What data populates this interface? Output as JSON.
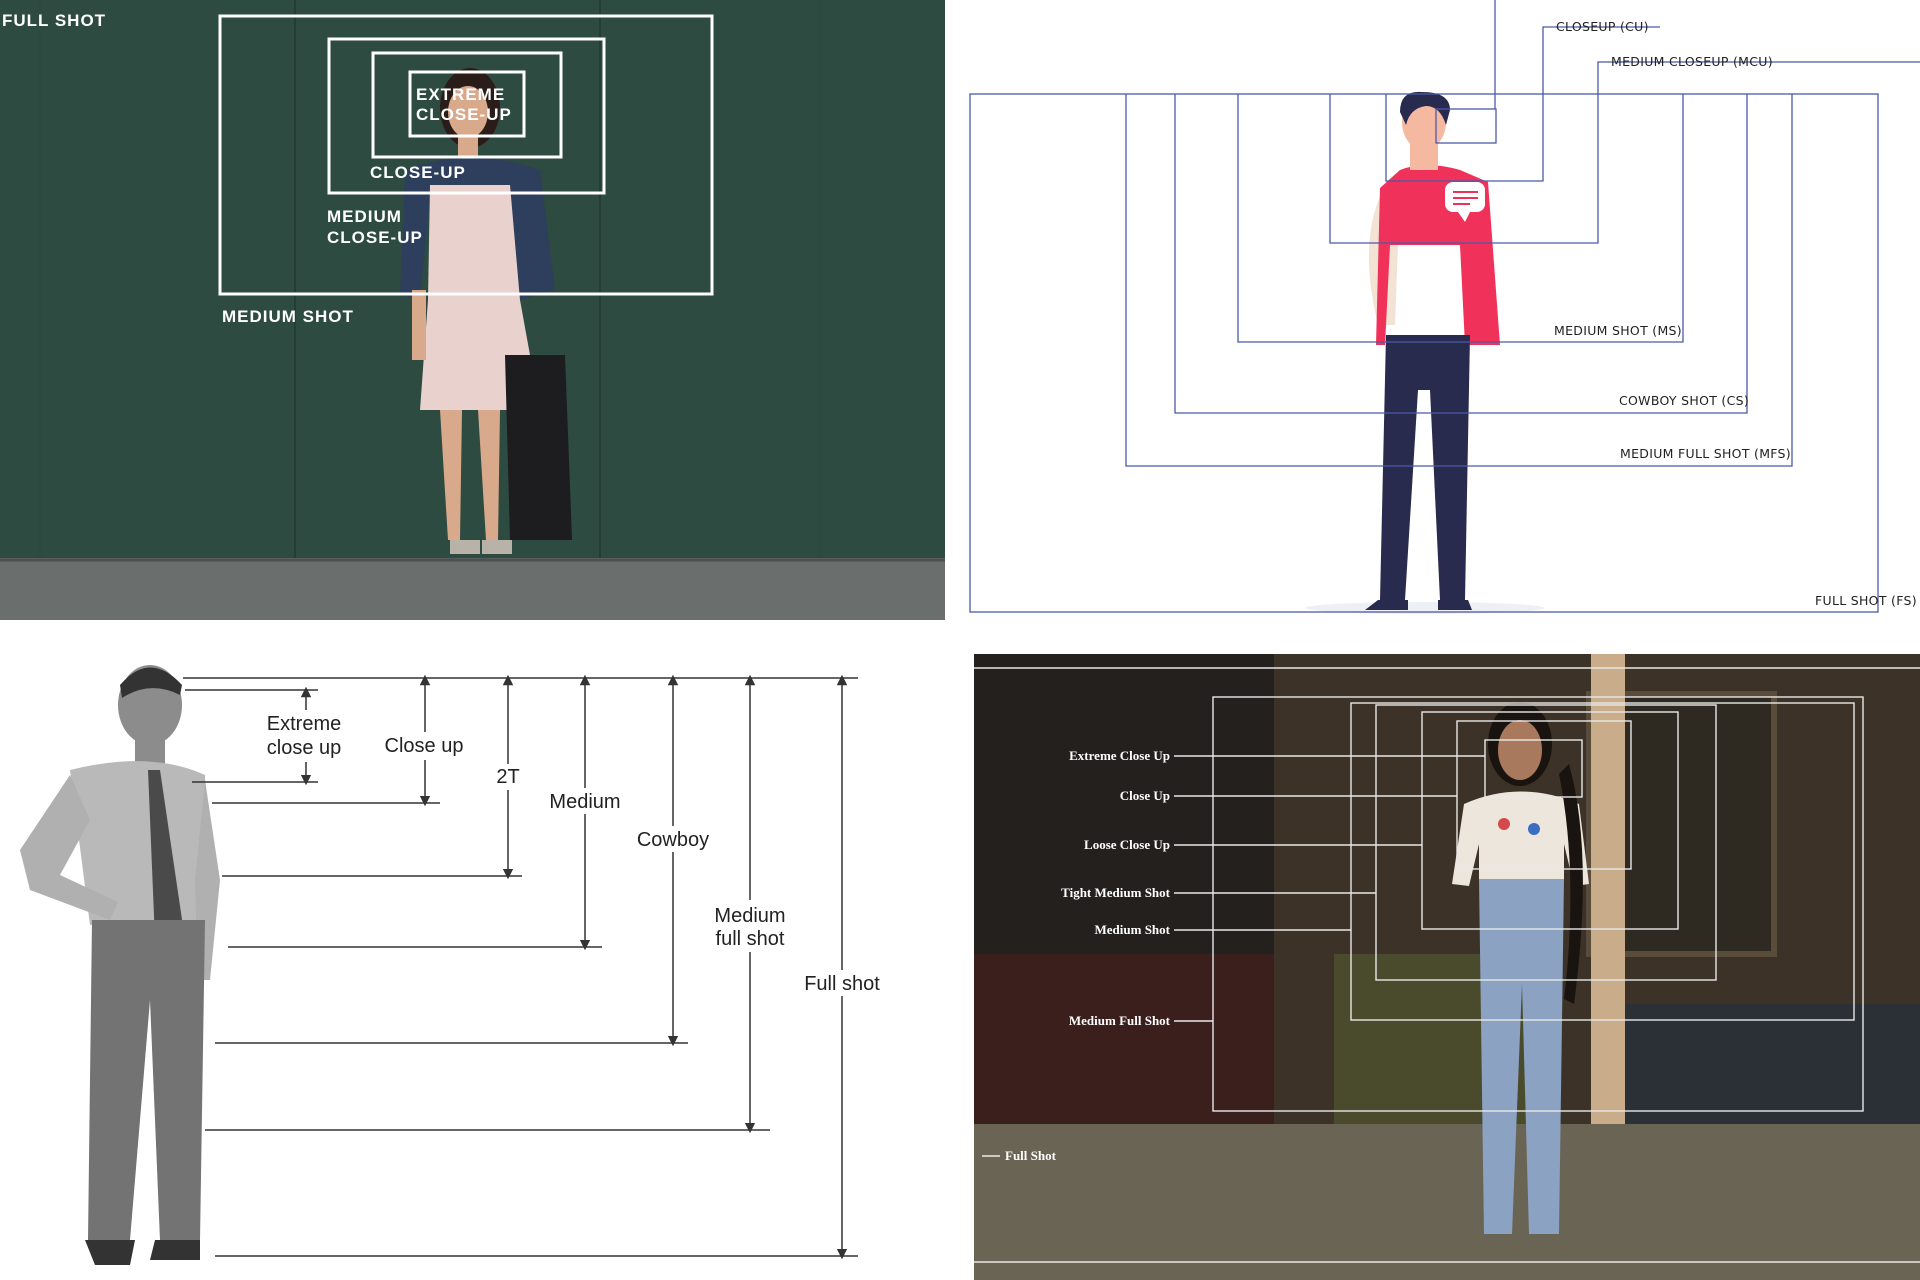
{
  "panels": {
    "top_left": {
      "labels": {
        "full_shot": "FULL SHOT",
        "extreme_close_up_1": "EXTREME",
        "extreme_close_up_2": "CLOSE-UP",
        "close_up": "CLOSE-UP",
        "medium_close_up_1": "MEDIUM",
        "medium_close_up_2": "CLOSE-UP",
        "medium_shot": "MEDIUM SHOT"
      },
      "colors": {
        "background": "#2c4a40",
        "frame": "#ffffff"
      }
    },
    "top_right": {
      "labels": {
        "closeup": "CLOSEUP (CU)",
        "medium_closeup": "MEDIUM CLOSEUP (MCU)",
        "medium_shot": "MEDIUM SHOT (MS)",
        "cowboy_shot": "COWBOY SHOT (CS)",
        "medium_full_shot": "MEDIUM FULL SHOT (MFS)",
        "full_shot": "FULL SHOT (FS)"
      },
      "colors": {
        "frame": "#4a5aa8",
        "sweater": "#f0325a",
        "pants": "#282a4e",
        "hair": "#282a4e",
        "skin": "#f5b8a0"
      }
    },
    "bottom_left": {
      "labels": {
        "extreme_close_up_1": "Extreme",
        "extreme_close_up_2": "close up",
        "close_up": "Close up",
        "two_t": "2T",
        "medium": "Medium",
        "cowboy": "Cowboy",
        "medium_full_1": "Medium",
        "medium_full_2": "full shot",
        "full_shot": "Full shot"
      },
      "colors": {
        "line": "#333333"
      }
    },
    "bottom_right": {
      "labels": {
        "extreme_close_up": "Extreme Close Up",
        "close_up": "Close Up",
        "loose_close_up": "Loose Close Up",
        "tight_medium_shot": "Tight Medium Shot",
        "medium_shot": "Medium Shot",
        "medium_full_shot": "Medium Full Shot",
        "full_shot": "Full Shot"
      },
      "colors": {
        "background": "#24201d",
        "frame": "#e8e8e8"
      }
    }
  }
}
